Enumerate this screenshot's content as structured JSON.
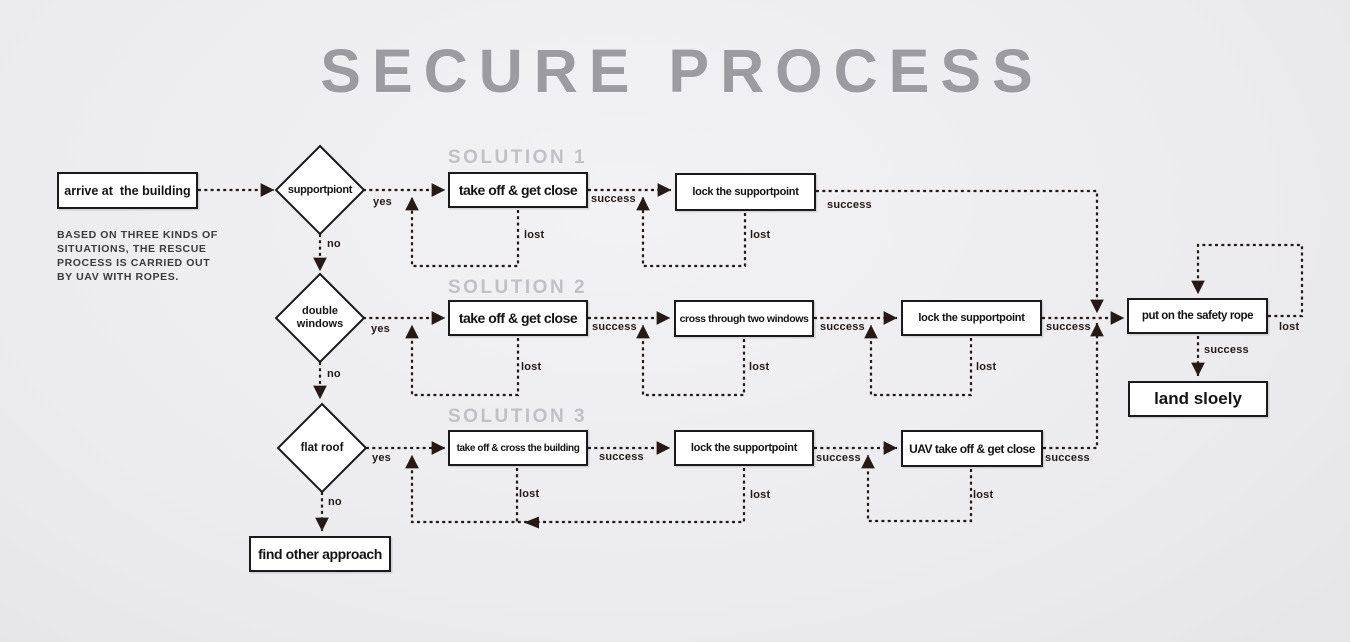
{
  "title": "SECURE PROCESS",
  "description_lines": [
    "BASED ON THREE KINDS OF",
    "SITUATIONS, THE RESCUE",
    "PROCESS IS CARRIED OUT",
    "BY UAV WITH ROPES."
  ],
  "solution_labels": {
    "s1": "SOLUTION 1",
    "s2": "SOLUTION 2",
    "s3": "SOLUTION 3"
  },
  "nodes": {
    "start": "arrive at  the building",
    "decision_support": "supportpiont",
    "decision_windows": "double windows",
    "decision_roof": "flat roof",
    "s1_takeoff": "take off & get close",
    "s1_lock": "lock the supportpoint",
    "s2_takeoff": "take off & get close",
    "s2_cross": "cross through two windows",
    "s2_lock": "lock the supportpoint",
    "s3_cross": "take off & cross the building",
    "s3_lock": "lock the supportpoint",
    "s3_uav": "UAV take off & get close",
    "safety_rope": "put on the safety rope",
    "land": "land sloely",
    "other": "find other approach"
  },
  "edge_labels": {
    "yes": "yes",
    "no": "no",
    "success": "success",
    "lost": "lost"
  },
  "colors": {
    "line": "#241b18",
    "box_border": "#1a1a1c",
    "box_bg": "#ffffff",
    "title": "#9c9ca0",
    "solution": "#c1c1c5"
  }
}
